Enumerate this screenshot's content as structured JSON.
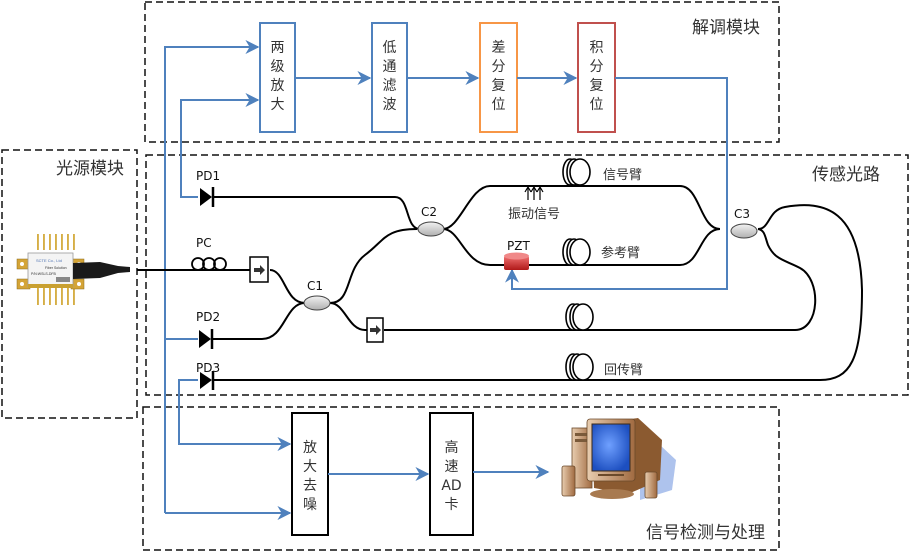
{
  "modules": {
    "demodulation": {
      "title": "解调模块"
    },
    "light_source": {
      "title": "光源模块"
    },
    "sensing_path": {
      "title": "传感光路"
    },
    "detection": {
      "title": "信号检测与处理"
    }
  },
  "demod_blocks": [
    {
      "label": [
        "两",
        "级",
        "放",
        "大"
      ],
      "color": "#4f81bd"
    },
    {
      "label": [
        "低",
        "通",
        "滤",
        "波"
      ],
      "color": "#4f81bd"
    },
    {
      "label": [
        "差",
        "分",
        "复",
        "位"
      ],
      "color": "#f79646"
    },
    {
      "label": [
        "积",
        "分",
        "复",
        "位"
      ],
      "color": "#c0504d"
    }
  ],
  "detection_blocks": [
    {
      "label": [
        "放",
        "大",
        "去",
        "噪"
      ]
    },
    {
      "label": [
        "高",
        "速",
        "AD",
        "卡"
      ]
    }
  ],
  "components": {
    "pd1": "PD1",
    "pd2": "PD2",
    "pd3": "PD3",
    "pc": "PC",
    "c1": "C1",
    "c2": "C2",
    "c3": "C3",
    "pzt": "PZT"
  },
  "arm_labels": {
    "signal_arm": "信号臂",
    "reference_arm": "参考臂",
    "return_arm": "回传臂",
    "vibration": "振动信号"
  },
  "laser": {
    "brand": "SCTE Co., Ltd",
    "subtitle": "Fiber Solution",
    "part": "P/N:WSLS-DFB"
  },
  "colors": {
    "signal_line": "#4f81bd",
    "fiber": "#000000",
    "pzt": "#d9302c",
    "coupler": "#d9d9d9"
  }
}
